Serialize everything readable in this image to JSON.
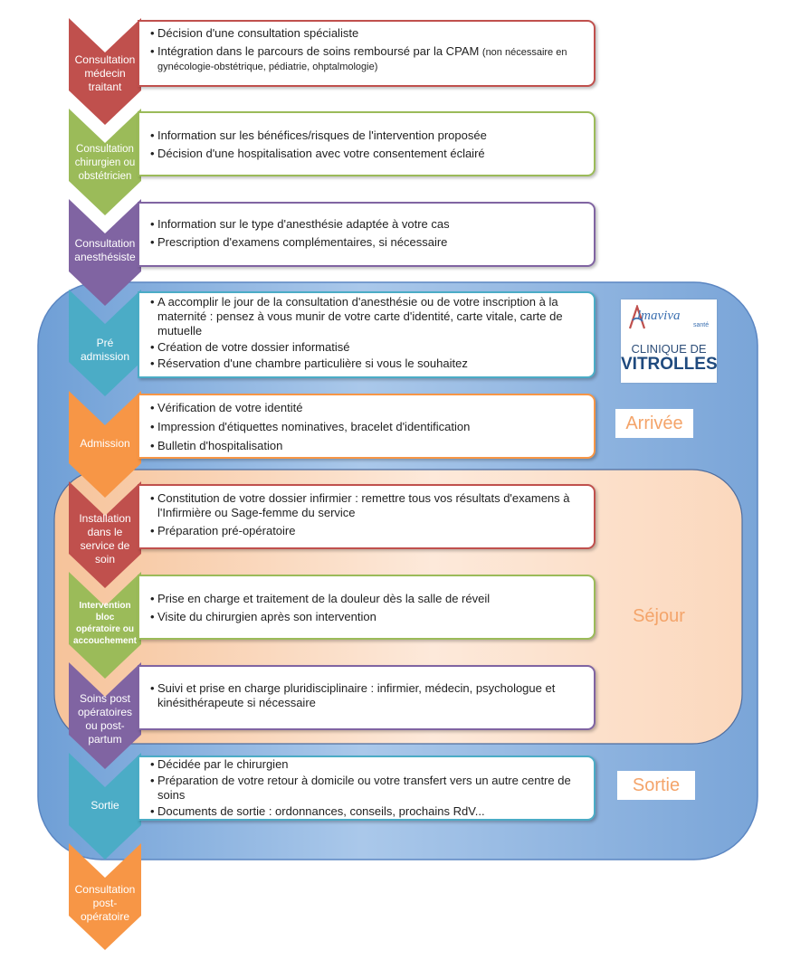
{
  "colors": {
    "red": "#c0504d",
    "green": "#9bbb59",
    "purple": "#8064a2",
    "teal": "#4bacc6",
    "orange": "#f79646",
    "phase_blue": "#8ab4e0",
    "phase_peach": "#fbd4b4",
    "phase_text": "#f4a46a"
  },
  "steps": [
    {
      "id": "consultation-medecin",
      "label": [
        "Consultation",
        "médecin",
        "traitant"
      ],
      "color": "red",
      "items": [
        "Décision d'une consultation spécialiste",
        "Intégration dans le parcours de soins remboursé par la CPAM",
        "(non nécessaire en gynécologie-obstétrique, pédiatrie, ohptalmologie)"
      ]
    },
    {
      "id": "consultation-chirurgien",
      "label": [
        "Consultation",
        "chirurgien ou",
        "obstétricien"
      ],
      "color": "green",
      "items": [
        "Information sur les bénéfices/risques de l'intervention proposée",
        "Décision d'une hospitalisation avec votre consentement éclairé"
      ]
    },
    {
      "id": "consultation-anesthesiste",
      "label": [
        "Consultation",
        "anesthésiste"
      ],
      "color": "purple",
      "items": [
        "Information sur le type d'anesthésie adaptée à votre cas",
        "Prescription d'examens complémentaires, si nécessaire"
      ]
    },
    {
      "id": "pre-admission",
      "label": [
        "Pré",
        "admission"
      ],
      "color": "teal",
      "items": [
        "A accomplir le jour de la consultation d'anesthésie ou de votre inscription à la maternité : pensez à vous munir de votre carte d'identité, carte vitale, carte de mutuelle",
        "Création de votre dossier informatisé",
        "Réservation d'une chambre particulière si vous le souhaitez"
      ]
    },
    {
      "id": "admission",
      "label": [
        "Admission"
      ],
      "color": "orange",
      "items": [
        "Vérification de votre identité",
        "Impression d'étiquettes nominatives, bracelet d'identification",
        "Bulletin d'hospitalisation"
      ]
    },
    {
      "id": "installation",
      "label": [
        "Installation",
        "dans le",
        "service de",
        "soin"
      ],
      "color": "red",
      "items": [
        "Constitution de votre dossier infirmier : remettre tous vos résultats d'examens à l'Infirmière ou Sage-femme du service",
        "Préparation pré-opératoire"
      ]
    },
    {
      "id": "intervention",
      "label": [
        "Intervention",
        "bloc",
        "opératoire ou",
        "accouchement"
      ],
      "color": "green",
      "items": [
        "Prise en charge et traitement de la douleur dès la salle de réveil",
        "Visite du chirurgien après son intervention"
      ]
    },
    {
      "id": "soins-post",
      "label": [
        "Soins post",
        "opératoires",
        "ou post-",
        "partum"
      ],
      "color": "purple",
      "items": [
        "Suivi et prise en charge pluridisciplinaire : infirmier, médecin, psychologue et kinésithérapeute si nécessaire"
      ]
    },
    {
      "id": "sortie",
      "label": [
        "Sortie"
      ],
      "color": "teal",
      "items": [
        "Décidée par le chirurgien",
        "Préparation de votre retour à domicile ou votre transfert vers un autre centre de soins",
        "Documents de sortie : ordonnances, conseils, prochains RdV..."
      ]
    },
    {
      "id": "consultation-post",
      "label": [
        "Consultation",
        "post-",
        "opératoire"
      ],
      "color": "orange",
      "items": []
    }
  ],
  "phases": {
    "arrivee": "Arrivée",
    "sejour": "Séjour",
    "sortie": "Sortie"
  },
  "logo": {
    "brand": "lmaviva",
    "brand_sub": "santé",
    "clinic": "CLINIQUE DE",
    "city": "VITROLLES"
  }
}
